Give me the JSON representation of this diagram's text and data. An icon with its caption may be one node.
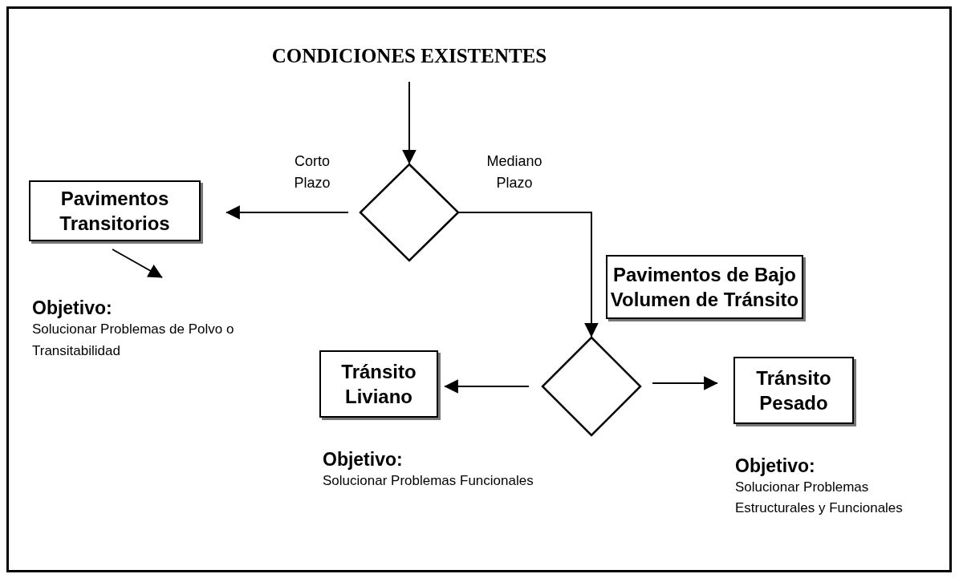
{
  "diagram": {
    "nodes": [
      {
        "text": [
          "CONDICIONES EXISTENTES"
        ]
      },
      {
        "text": [],
        "shape": "diamond"
      },
      {
        "text": [
          "Pavimentos Transitorios"
        ]
      },
      {
        "text": [
          "Objetivo:",
          "Solucionar Problemas de Polvo o Transitabilidad"
        ]
      },
      {
        "text": [
          "Pavimentos de Bajo Volumen de Tránsito"
        ]
      },
      {
        "text": [],
        "shape": "diamond"
      },
      {
        "text": [
          "Tránsito Liviano"
        ],
        "beside": [
          "Objetivo:",
          "Solucionar Problemas Funcionales"
        ]
      },
      {
        "text": [
          "Tránsito Pesado"
        ],
        "beside": [
          "Objetivo:",
          "Solucionar Problemas Estructurales y Funcionales"
        ]
      }
    ],
    "edges": [
      {
        "from": 0,
        "to": 1,
        "arrow": "to"
      },
      {
        "from": 1,
        "to": 2,
        "arrow": "to",
        "label": "Corto Plazo"
      },
      {
        "from": 1,
        "to": 5,
        "arrow": "to",
        "label": "Mediano Plazo"
      },
      {
        "from": 2,
        "to": 3,
        "arrow": "to"
      },
      {
        "from": 5,
        "to": 6,
        "arrow": "to"
      },
      {
        "from": 5,
        "to": 7,
        "arrow": "to"
      }
    ]
  }
}
